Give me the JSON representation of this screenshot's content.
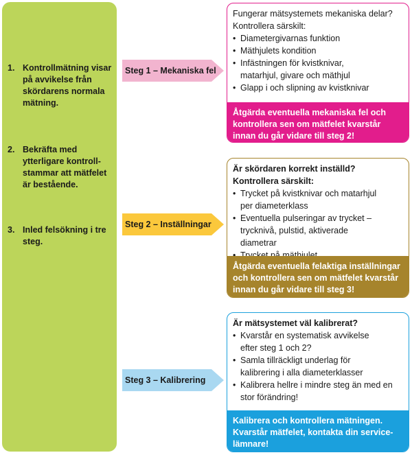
{
  "intro": {
    "items": [
      {
        "num": "1.",
        "text": "Kontrollmätning visar på avvikelse från skördarens normala mätning."
      },
      {
        "num": "2.",
        "text": "Bekräfta med ytterligare kontroll-stammar att mätfelet är bestående."
      },
      {
        "num": "3.",
        "text": "Inled felsökning i tre steg."
      }
    ]
  },
  "steps": [
    {
      "label": "Steg 1 – Mekaniska fel",
      "color": "#f2b4cf",
      "border_color": "#e21d8c",
      "footer_color": "#e21d8c",
      "intro_lines": [
        "Fungerar mätsystemets mekaniska delar?",
        "Kontrollera särskilt:"
      ],
      "intro_bold": false,
      "bullets": [
        "Diametergivarnas funktion",
        "Mäthjulets kondition",
        "Infästningen för kvistknivar, matarhjul, givare och mäthjul",
        "Glapp i och slipning av kvistknivar"
      ],
      "footer": "Åtgärda eventuella mekaniska fel och kontrollera sen om mätfelet kvarstår innan du går vidare till steg 2!"
    },
    {
      "label": "Steg 2 – Inställningar",
      "color": "#fbc83c",
      "border_color": "#a6842c",
      "footer_color": "#a6842c",
      "intro_lines": [
        "Är skördaren korrekt inställd?",
        "Kontrollera särskilt:"
      ],
      "intro_bold": true,
      "bullets": [
        "Trycket på kvistknivar och matarhjul per diameterklass",
        "Eventuella pulseringar av trycket – trycknivå, pulstid, aktiverade diametrar",
        "Trycket på mäthjulet"
      ],
      "footer": "Åtgärda eventuella felaktiga inställningar och kontrollera sen om mätfelet kvarstår innan du går vidare till steg 3!"
    },
    {
      "label": "Steg 3 – Kalibrering",
      "color": "#a9d8f1",
      "border_color": "#1ba0dd",
      "footer_color": "#1ba0dd",
      "intro_lines": [
        "Är mätsystemet väl kalibrerat?"
      ],
      "intro_bold": true,
      "bullets": [
        "Kvarstår en systematisk avvikelse efter steg 1 och 2?",
        "Samla tillräckligt underlag för kalibrering i alla diameterklasser",
        "Kalibrera hellre i mindre steg än med en stor förändring!"
      ],
      "footer": "Kalibrera och kontrollera mätningen. Kvarstår mätfelet, kontakta din service-lämnare!"
    }
  ]
}
